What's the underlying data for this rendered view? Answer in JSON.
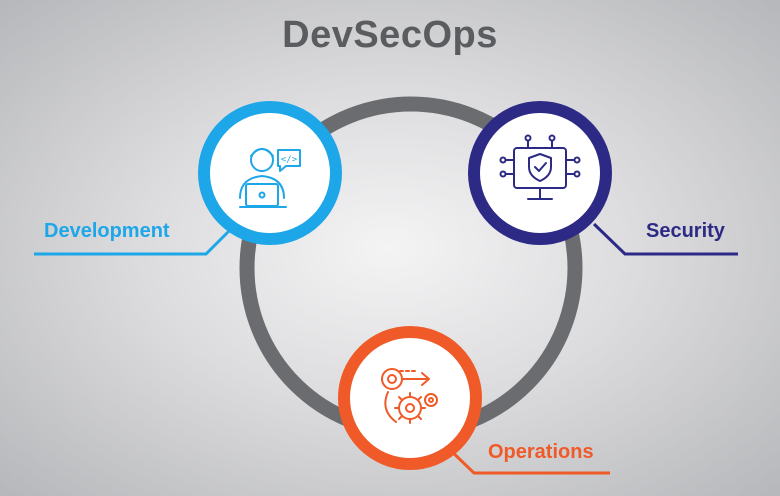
{
  "title": "DevSecOps",
  "nodes": [
    {
      "label": "Development",
      "color": "#1ea7e8",
      "icon": "developer-laptop-icon"
    },
    {
      "label": "Security",
      "color": "#2d2a86",
      "icon": "shield-monitor-icon"
    },
    {
      "label": "Operations",
      "color": "#f05a28",
      "icon": "gears-process-icon"
    }
  ],
  "colors": {
    "ring": "#6b6c6f",
    "title": "#5b5c5f",
    "background": "#d6d6d8"
  }
}
